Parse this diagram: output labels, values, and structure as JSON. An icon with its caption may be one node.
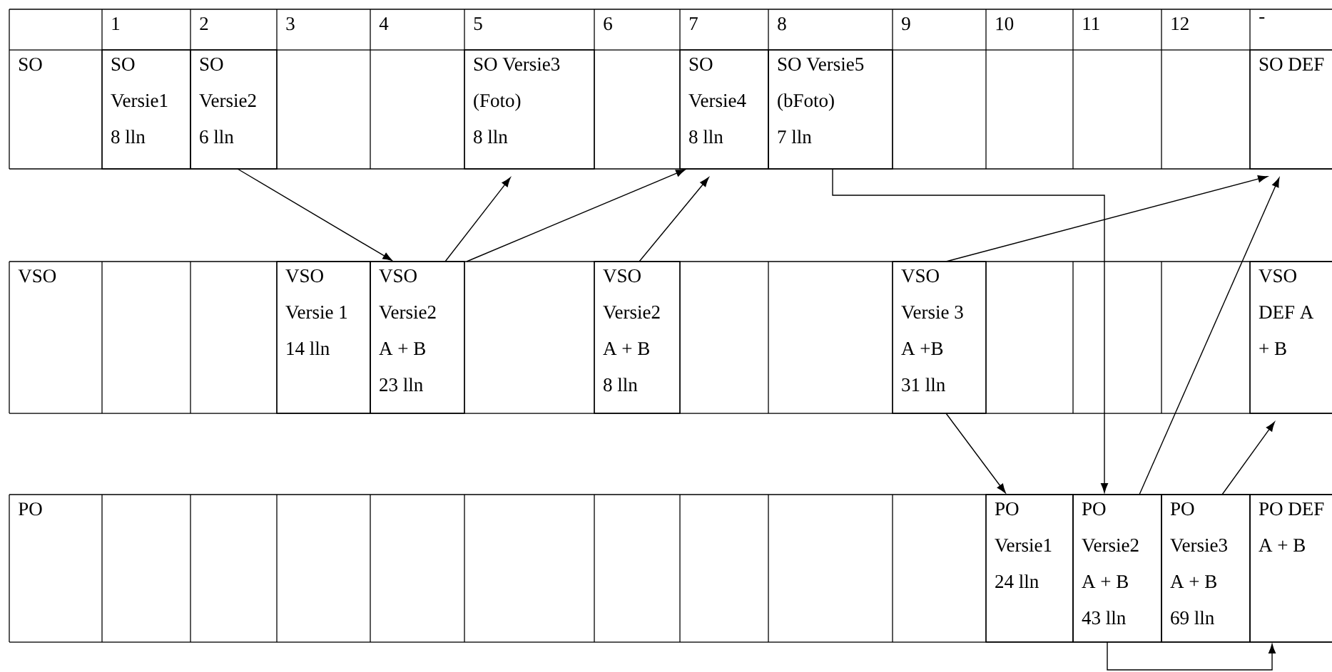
{
  "diagram": {
    "nodes": [
      {
        "text": [
          "SO Versie1",
          "8 lln"
        ]
      },
      {
        "text": [
          "SO Versie2",
          "6 lln"
        ]
      },
      {
        "text": [
          "SO Versie3 (Foto)",
          "8 lln"
        ]
      },
      {
        "text": [
          "SO Versie4",
          "8 lln"
        ]
      },
      {
        "text": [
          "SO Versie5 (bFoto)",
          "7 lln"
        ]
      },
      {
        "text": [
          "SO DEF"
        ]
      },
      {
        "text": [
          "VSO Versie 1",
          "14 lln"
        ]
      },
      {
        "text": [
          "VSO Versie2",
          "A + B",
          "23 lln"
        ]
      },
      {
        "text": [
          "VSO Versie2",
          "A + B",
          "8 lln"
        ]
      },
      {
        "text": [
          "VSO Versie 3",
          "A +B",
          "31 lln"
        ]
      },
      {
        "text": [
          "VSO DEF A + B"
        ]
      },
      {
        "text": [
          "PO Versie1",
          "24 lln"
        ]
      },
      {
        "text": [
          "PO Versie2",
          "A + B",
          "43 lln"
        ]
      },
      {
        "text": [
          "PO Versie3",
          "A + B",
          "69 lln"
        ]
      },
      {
        "text": [
          "PO DEF A + B"
        ]
      }
    ],
    "edges": [
      {
        "from": 1,
        "to": 7,
        "arrow": "to"
      },
      {
        "from": 7,
        "to": 2,
        "arrow": "to"
      },
      {
        "from": 7,
        "to": 3,
        "arrow": "to"
      },
      {
        "from": 8,
        "to": 3,
        "arrow": "to"
      },
      {
        "from": 4,
        "to": 12,
        "arrow": "to"
      },
      {
        "from": 9,
        "to": 5,
        "arrow": "to"
      },
      {
        "from": 12,
        "to": 5,
        "arrow": "to"
      },
      {
        "from": 9,
        "to": 11,
        "arrow": "to"
      },
      {
        "from": 13,
        "to": 10,
        "arrow": "to"
      },
      {
        "from": 12,
        "to": 14,
        "arrow": "to"
      }
    ],
    "labels": [
      "1",
      "2",
      "3",
      "4",
      "5",
      "6",
      "7",
      "8",
      "9",
      "10",
      "11",
      "12",
      "-",
      "SO",
      "VSO",
      "PO"
    ]
  }
}
